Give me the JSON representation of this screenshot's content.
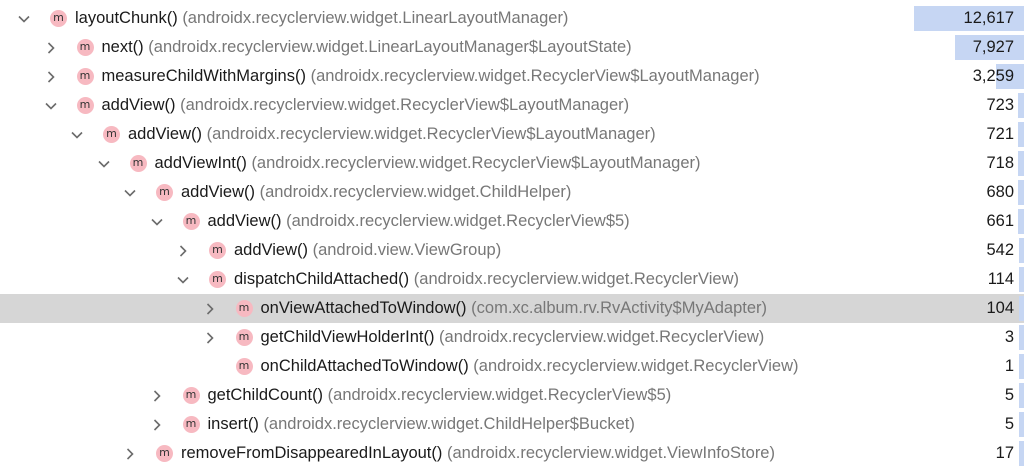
{
  "tree": {
    "max_count": 12617,
    "rows": [
      {
        "depth": 0,
        "chevron": "down",
        "method": "layoutChunk()",
        "cls": "(androidx.recyclerview.widget.LinearLayoutManager)",
        "count": "12,617",
        "value": 12617,
        "selected": false
      },
      {
        "depth": 1,
        "chevron": "right",
        "method": "next()",
        "cls": "(androidx.recyclerview.widget.LinearLayoutManager$LayoutState)",
        "count": "7,927",
        "value": 7927,
        "selected": false
      },
      {
        "depth": 1,
        "chevron": "right",
        "method": "measureChildWithMargins()",
        "cls": "(androidx.recyclerview.widget.RecyclerView$LayoutManager)",
        "count": "3,259",
        "value": 3259,
        "selected": false
      },
      {
        "depth": 1,
        "chevron": "down",
        "method": "addView()",
        "cls": "(androidx.recyclerview.widget.RecyclerView$LayoutManager)",
        "count": "723",
        "value": 723,
        "selected": false
      },
      {
        "depth": 2,
        "chevron": "down",
        "method": "addView()",
        "cls": "(androidx.recyclerview.widget.RecyclerView$LayoutManager)",
        "count": "721",
        "value": 721,
        "selected": false
      },
      {
        "depth": 3,
        "chevron": "down",
        "method": "addViewInt()",
        "cls": "(androidx.recyclerview.widget.RecyclerView$LayoutManager)",
        "count": "718",
        "value": 718,
        "selected": false
      },
      {
        "depth": 4,
        "chevron": "down",
        "method": "addView()",
        "cls": "(androidx.recyclerview.widget.ChildHelper)",
        "count": "680",
        "value": 680,
        "selected": false
      },
      {
        "depth": 5,
        "chevron": "down",
        "method": "addView()",
        "cls": "(androidx.recyclerview.widget.RecyclerView$5)",
        "count": "661",
        "value": 661,
        "selected": false
      },
      {
        "depth": 6,
        "chevron": "right",
        "method": "addView()",
        "cls": "(android.view.ViewGroup)",
        "count": "542",
        "value": 542,
        "selected": false
      },
      {
        "depth": 6,
        "chevron": "down",
        "method": "dispatchChildAttached()",
        "cls": "(androidx.recyclerview.widget.RecyclerView)",
        "count": "114",
        "value": 114,
        "selected": false
      },
      {
        "depth": 7,
        "chevron": "right",
        "method": "onViewAttachedToWindow()",
        "cls": "(com.xc.album.rv.RvActivity$MyAdapter)",
        "count": "104",
        "value": 104,
        "selected": true
      },
      {
        "depth": 7,
        "chevron": "right",
        "method": "getChildViewHolderInt()",
        "cls": "(androidx.recyclerview.widget.RecyclerView)",
        "count": "3",
        "value": 3,
        "selected": false
      },
      {
        "depth": 7,
        "chevron": "none",
        "method": "onChildAttachedToWindow()",
        "cls": "(androidx.recyclerview.widget.RecyclerView)",
        "count": "1",
        "value": 1,
        "selected": false
      },
      {
        "depth": 5,
        "chevron": "right",
        "method": "getChildCount()",
        "cls": "(androidx.recyclerview.widget.RecyclerView$5)",
        "count": "5",
        "value": 5,
        "selected": false
      },
      {
        "depth": 5,
        "chevron": "right",
        "method": "insert()",
        "cls": "(androidx.recyclerview.widget.ChildHelper$Bucket)",
        "count": "5",
        "value": 5,
        "selected": false
      },
      {
        "depth": 4,
        "chevron": "right",
        "method": "removeFromDisappearedInLayout()",
        "cls": "(androidx.recyclerview.widget.ViewInfoStore)",
        "count": "17",
        "value": 17,
        "selected": false
      }
    ]
  },
  "icons": {
    "method": "m"
  },
  "colors": {
    "method_icon_bg": "#f7b9c1",
    "bar": "#c6d6f3",
    "selected_row": "#d6d6d6",
    "class_text": "#777777"
  }
}
